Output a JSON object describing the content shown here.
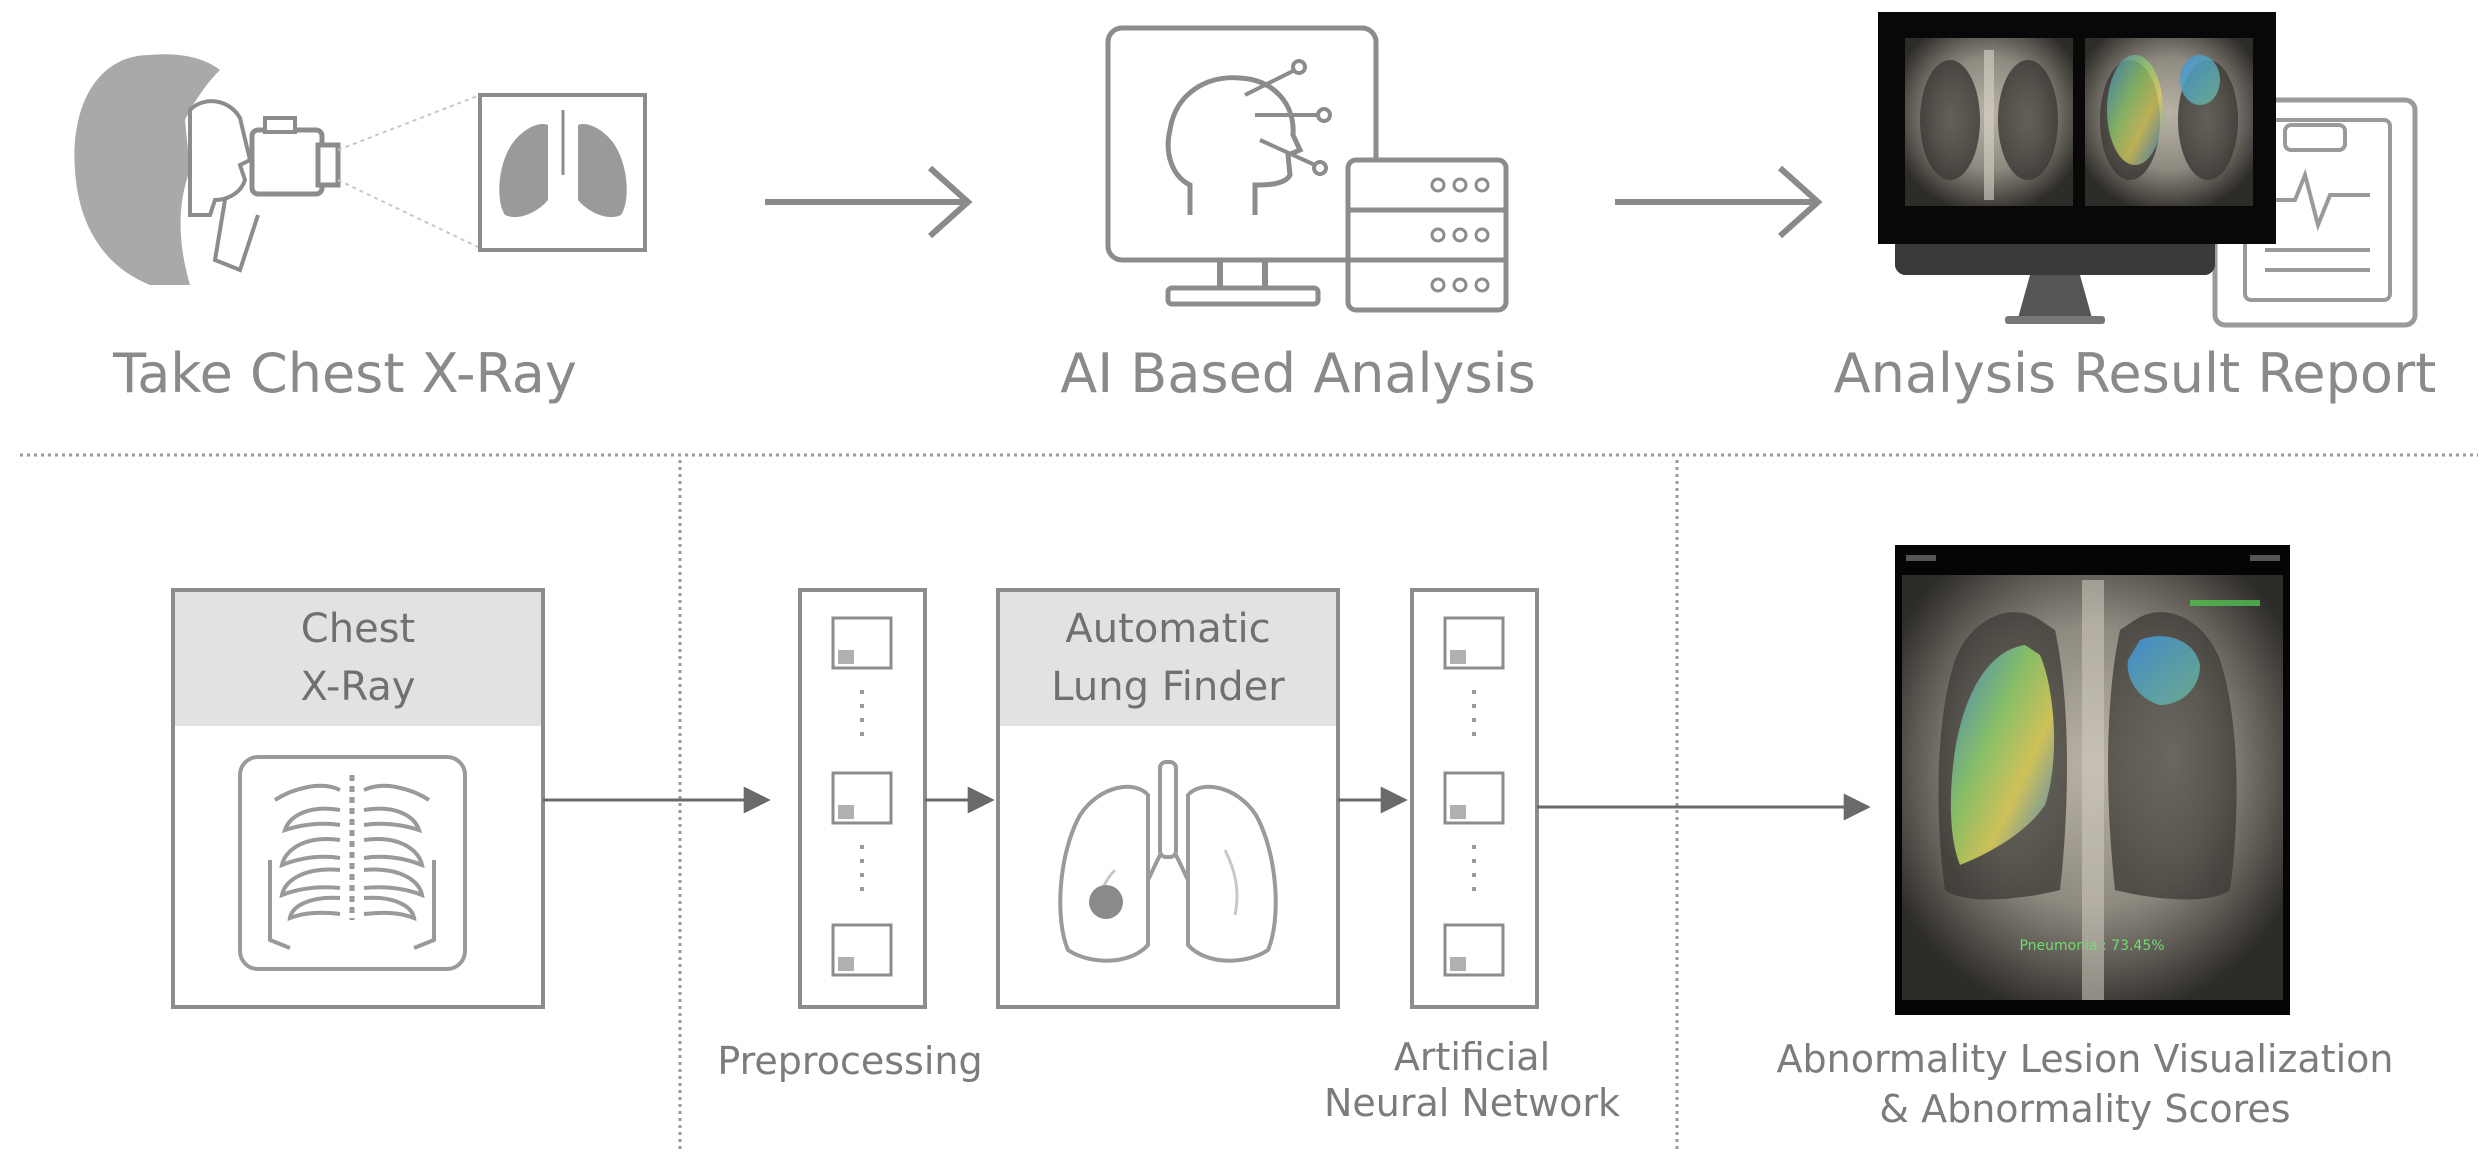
{
  "top_steps": {
    "step1": "Take Chest X-Ray",
    "step2": "AI Based Analysis",
    "step3": "Analysis Result Report"
  },
  "pipeline": {
    "input_box": {
      "line1": "Chest",
      "line2": "X-Ray"
    },
    "preprocessing_label": "Preprocessing",
    "lung_finder_box": {
      "line1": "Automatic",
      "line2": "Lung Finder"
    },
    "ann_label": {
      "line1": "Artificial",
      "line2": "Neural Network"
    },
    "output_label": {
      "line1": "Abnormality Lesion Visualization",
      "line2": "& Abnormality Scores"
    }
  },
  "xray_result_caption": "Pneumonia : 73.45%",
  "colors": {
    "line": "#8a8a8a",
    "label_header_fill": "#e2e2e2",
    "heatmap_green": "#9ed36a",
    "heatmap_blue": "#3f8fd8",
    "heatmap_yellow": "#e2d25a"
  },
  "icons": [
    "photographer-icon",
    "lung-icon",
    "ai-head-icon",
    "server-icon",
    "report-clipboard-icon",
    "ribcage-icon",
    "lungs-lesion-icon"
  ]
}
